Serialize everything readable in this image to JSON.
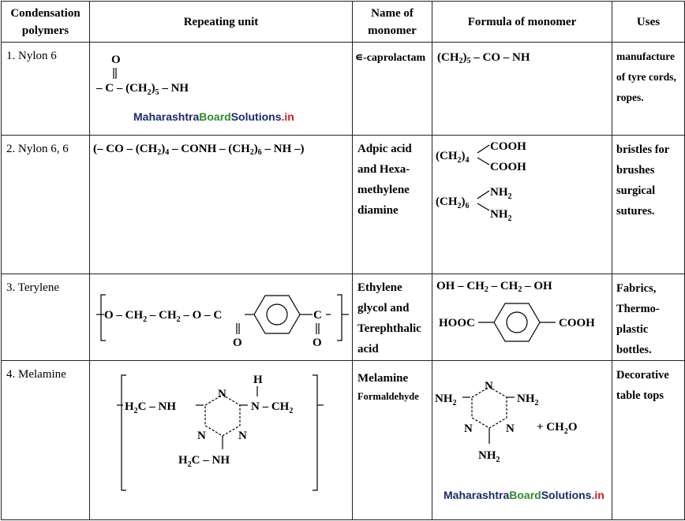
{
  "headers": {
    "col1": "Condensation polymers",
    "col2": "Repeating unit",
    "col3": "Name of monomer",
    "col4": "Formula of monomer",
    "col5": "Uses"
  },
  "rows": [
    {
      "polymer": "1. Nylon 6",
      "monomer_name": "∊-caprolactam",
      "monomer_formula": "(CH2)5 – CO – NH",
      "uses": "manufacture of tyre cords, ropes."
    },
    {
      "polymer": "2. Nylon 6, 6",
      "repeating_unit": "(– CO – (CH2)4 – CONH – (CH2)6 – NH –)",
      "monomer_name": "Adpic acid and Hexa-methylene diamine",
      "uses": "bristles for brushes surgical sutures."
    },
    {
      "polymer": "3. Terylene",
      "monomer_name": "Ethylene glycol and Terephthalic acid",
      "monomer_formula_1": "OH – CH2 – CH2 – OH",
      "uses": "Fabrics, Thermo-plastic bottles."
    },
    {
      "polymer": "4. Melamine",
      "monomer_name_1": "Melamine",
      "monomer_name_2": "Formaldehyde",
      "uses": "Decorative table tops"
    }
  ],
  "watermark": {
    "part1": "Maharashtra",
    "part2": "Board",
    "part3": "Solutions",
    "part4": ".in"
  }
}
